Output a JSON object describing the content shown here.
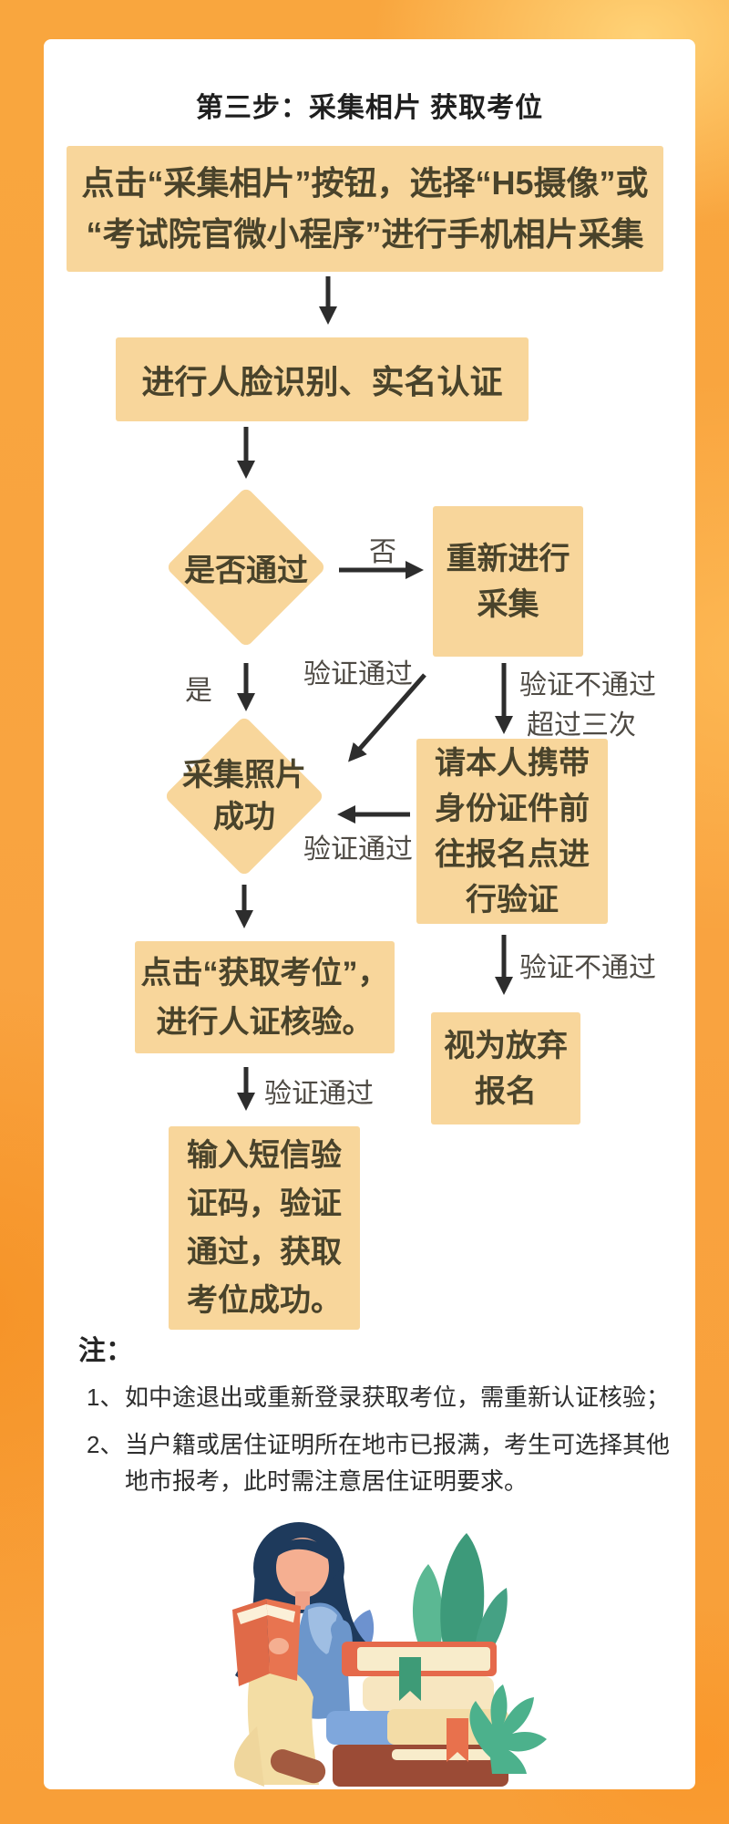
{
  "page": {
    "title": "第三步：采集相片 获取考位"
  },
  "colors": {
    "background_orange": "#F9A63E",
    "card_white": "#FFFFFF",
    "node_fill": "#F8D69B",
    "node_text": "#49432B",
    "arrow": "#2D2D2D",
    "label_text": "#4F4B45"
  },
  "flow": {
    "nodes": [
      {
        "id": "capture",
        "lines": [
          "点击“采集相片”按钮，选择“H5摄像”或",
          "“考试院官微小程序”进行手机相片采集"
        ]
      },
      {
        "id": "face-verify",
        "lines": [
          "进行人脸识别、实名认证"
        ]
      },
      {
        "id": "pass-decision",
        "lines": [
          "是否通过"
        ]
      },
      {
        "id": "recollect",
        "lines": [
          "重新进行",
          "采集"
        ]
      },
      {
        "id": "photo-success",
        "lines": [
          "采集照片",
          "成功"
        ]
      },
      {
        "id": "id-onsite",
        "lines": [
          "请本人携带",
          "身份证件前",
          "往报名点进",
          "行验证"
        ]
      },
      {
        "id": "get-seat",
        "lines": [
          "点击“获取考位”，",
          "进行人证核验。"
        ]
      },
      {
        "id": "give-up",
        "lines": [
          "视为放弃",
          "报名"
        ]
      },
      {
        "id": "sms-code",
        "lines": [
          "输入短信验",
          "证码，验证",
          "通过，获取",
          "考位成功。"
        ]
      }
    ],
    "edge_labels": [
      {
        "id": "no",
        "text": "否"
      },
      {
        "id": "yes",
        "text": "是"
      },
      {
        "id": "pass-to-photo",
        "text": "验证通过"
      },
      {
        "id": "fail-over3-line1",
        "text": "验证不通过"
      },
      {
        "id": "fail-over3-line2",
        "text": "超过三次"
      },
      {
        "id": "pass-from-onsite",
        "text": "验证通过"
      },
      {
        "id": "pass-to-sms",
        "text": "验证通过"
      },
      {
        "id": "fail-giveup",
        "text": "验证不通过"
      }
    ]
  },
  "notes": {
    "heading": "注：",
    "items": [
      {
        "num": "1、",
        "text": "如中途退出或重新登录获取考位，需重新认证核验；"
      },
      {
        "num": "2、",
        "text": "当户籍或居住证明所在地市已报满，考生可选择其他地市报考，此时需注意居住证明要求。"
      }
    ]
  },
  "illustration": {
    "description": "girl-reading-book-beside-book-stack-and-plants"
  }
}
